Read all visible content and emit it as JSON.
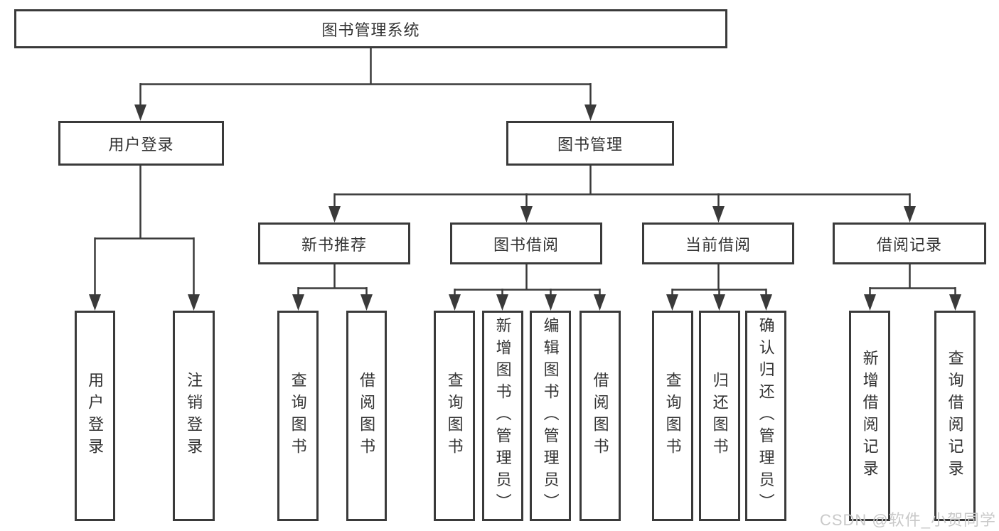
{
  "root": {
    "label": "图书管理系统"
  },
  "branches": {
    "user_login": {
      "label": "用户登录",
      "children": [
        {
          "label": "用户登录"
        },
        {
          "label": "注销登录"
        }
      ]
    },
    "book_mgmt": {
      "label": "图书管理",
      "sections": [
        {
          "label": "新书推荐",
          "children": [
            {
              "label": "查询图书"
            },
            {
              "label": "借阅图书"
            }
          ]
        },
        {
          "label": "图书借阅",
          "children": [
            {
              "label": "查询图书"
            },
            {
              "label": "新增图书（管理员）"
            },
            {
              "label": "编辑图书（管理员）"
            },
            {
              "label": "借阅图书"
            }
          ]
        },
        {
          "label": "当前借阅",
          "children": [
            {
              "label": "查询图书"
            },
            {
              "label": "归还图书"
            },
            {
              "label": "确认归还（管理员）"
            }
          ]
        },
        {
          "label": "借阅记录",
          "children": [
            {
              "label": "新增借阅记录"
            },
            {
              "label": "查询借阅记录"
            }
          ]
        }
      ]
    }
  },
  "watermark": {
    "text": "CSDN @软件_小贺同学"
  },
  "colors": {
    "line": "#3a3a3a",
    "text": "#333333",
    "background": "#ffffff",
    "watermark": "#c9c9c9"
  }
}
